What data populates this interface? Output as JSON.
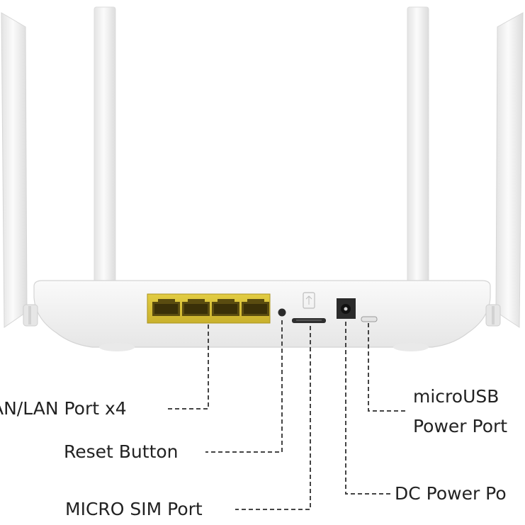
{
  "labels": {
    "wan_lan_port": "AN/LAN Port x4",
    "reset_button": "Reset Button",
    "micro_sim_port": "MICRO SIM Port",
    "microusb_line1": "microUSB",
    "microusb_line2": "Power Port",
    "dc_power_port": "DC Power Po"
  },
  "colors": {
    "background": "#ffffff",
    "router_body": "#f2f2f2",
    "antenna": "#f4f4f4",
    "lan_port_housing": "#d8c23a",
    "leader_line": "#444444",
    "text": "#222222"
  }
}
